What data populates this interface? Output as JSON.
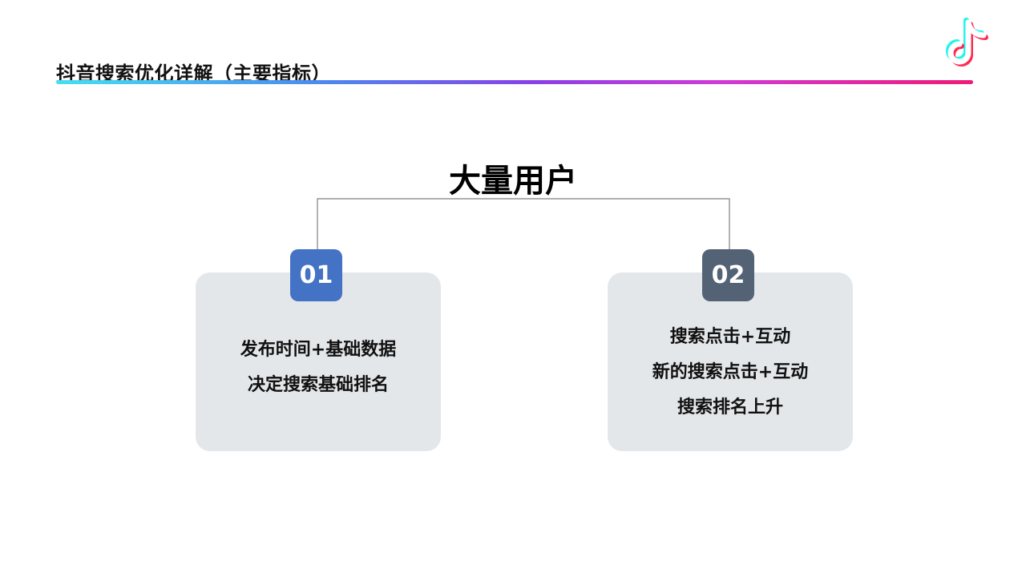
{
  "header": {
    "title": "抖音搜索优化详解（主要指标）"
  },
  "logo": {
    "icon": "tiktok-note-icon",
    "colors": [
      "#25f4ee",
      "#fe2c55",
      "#000000"
    ]
  },
  "diagram": {
    "title": "大量用户",
    "nodes": [
      {
        "badge": "01",
        "badge_color": "#4472c4",
        "lines": [
          "发布时间+基础数据",
          "决定搜索基础排名"
        ]
      },
      {
        "badge": "02",
        "badge_color": "#546275",
        "lines": [
          "搜索点击+互动",
          "新的搜索点击+互动",
          "搜索排名上升"
        ]
      }
    ]
  },
  "colors": {
    "card_bg": "#e4e7ea",
    "connector": "#7f7f7f",
    "header_gradient": [
      "#45e0f0",
      "#8a3fe8",
      "#ef1a78"
    ]
  }
}
